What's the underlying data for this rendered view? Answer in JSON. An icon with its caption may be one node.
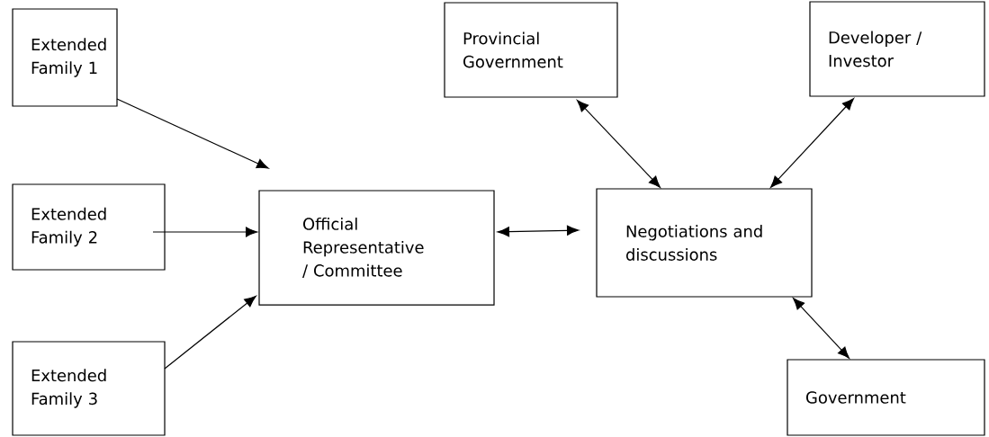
{
  "diagram": {
    "nodes": [
      {
        "text": [
          "Extended Family 1"
        ]
      },
      {
        "text": [
          "Extended Family 2"
        ]
      },
      {
        "text": [
          "Extended Family 3"
        ]
      },
      {
        "text": [
          "Official Representative / Committee"
        ]
      },
      {
        "text": [
          "Negotiations and discussions"
        ]
      },
      {
        "text": [
          "Provincial Government"
        ]
      },
      {
        "text": [
          "Developer / Investor"
        ]
      },
      {
        "text": [
          "Government"
        ]
      }
    ],
    "edges": [
      {
        "from": 0,
        "to": 3,
        "arrow": "to"
      },
      {
        "from": 1,
        "to": 3,
        "arrow": "to"
      },
      {
        "from": 2,
        "to": 3,
        "arrow": "to"
      },
      {
        "from": 3,
        "to": 4,
        "arrow": "both"
      },
      {
        "from": 5,
        "to": 4,
        "arrow": "both"
      },
      {
        "from": 6,
        "to": 4,
        "arrow": "both"
      },
      {
        "from": 4,
        "to": 7,
        "arrow": "both"
      }
    ]
  }
}
